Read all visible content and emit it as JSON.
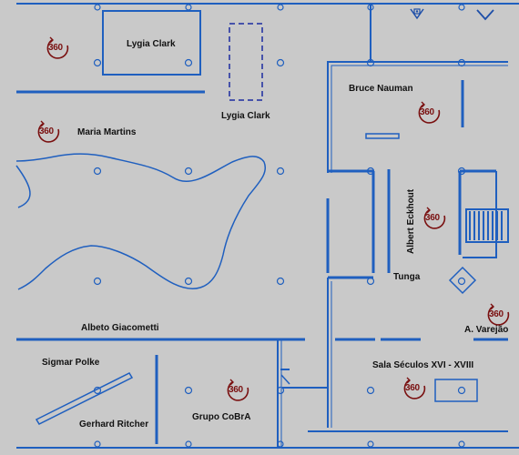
{
  "rooms": {
    "lygia_clark_1": "Lygia Clark",
    "lygia_clark_2": "Lygia Clark",
    "maria_martins": "Maria Martins",
    "bruce_nauman": "Bruce Nauman",
    "albert_eckhout": "Albert Eckhout",
    "tunga": "Tunga",
    "albeto_giacometti": "Albeto Giacometti",
    "a_varejao": "A. Varejão",
    "sigmar_polke": "Sigmar Polke",
    "gerhard_ritcher": "Gerhard Ritcher",
    "grupo_cobra": "Grupo CoBrA",
    "sala_seculos": "Sala Séculos XVI - XVIII"
  },
  "panorama": {
    "label": "360",
    "color": "#7a1010"
  },
  "colors": {
    "background": "#c9c9c9",
    "wall": "#1f5fbf",
    "accent": "#1e4fa8",
    "text": "#111111"
  },
  "controls": {
    "compass_icon": "map-pin-icon",
    "collapse_icon": "chevron-down-icon"
  }
}
